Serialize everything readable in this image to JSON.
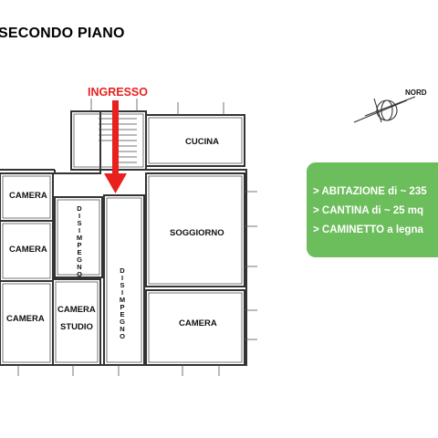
{
  "floor_title": "SECONDO PIANO",
  "entrance_label": "INGRESSO",
  "north_label": "NORD",
  "rooms": {
    "cucina": "CUCINA",
    "camera_top": "CAMERA",
    "camera_mid": "CAMERA",
    "camera_bottom": "CAMERA",
    "camera_studio_line1": "CAMERA",
    "camera_studio_line2": "STUDIO",
    "soggiorno": "SOGGIORNO",
    "camera_right": "CAMERA"
  },
  "corridor_labels": {
    "disimpegno_left": [
      "D",
      "I",
      "S",
      "I",
      "M",
      "P",
      "E",
      "G",
      "N",
      "O"
    ],
    "disimpegno_center": [
      "D",
      "I",
      "S",
      "I",
      "M",
      "P",
      "E",
      "G",
      "N",
      "O"
    ]
  },
  "info_box": {
    "color": "#6cbd5b",
    "lines": [
      "> ABITAZIONE di ~ 235",
      "> CANTINA di ~ 25 mq",
      "> CAMINETTO a legna"
    ]
  },
  "colors": {
    "entrance": "#e8211e",
    "walls": "#333333"
  }
}
